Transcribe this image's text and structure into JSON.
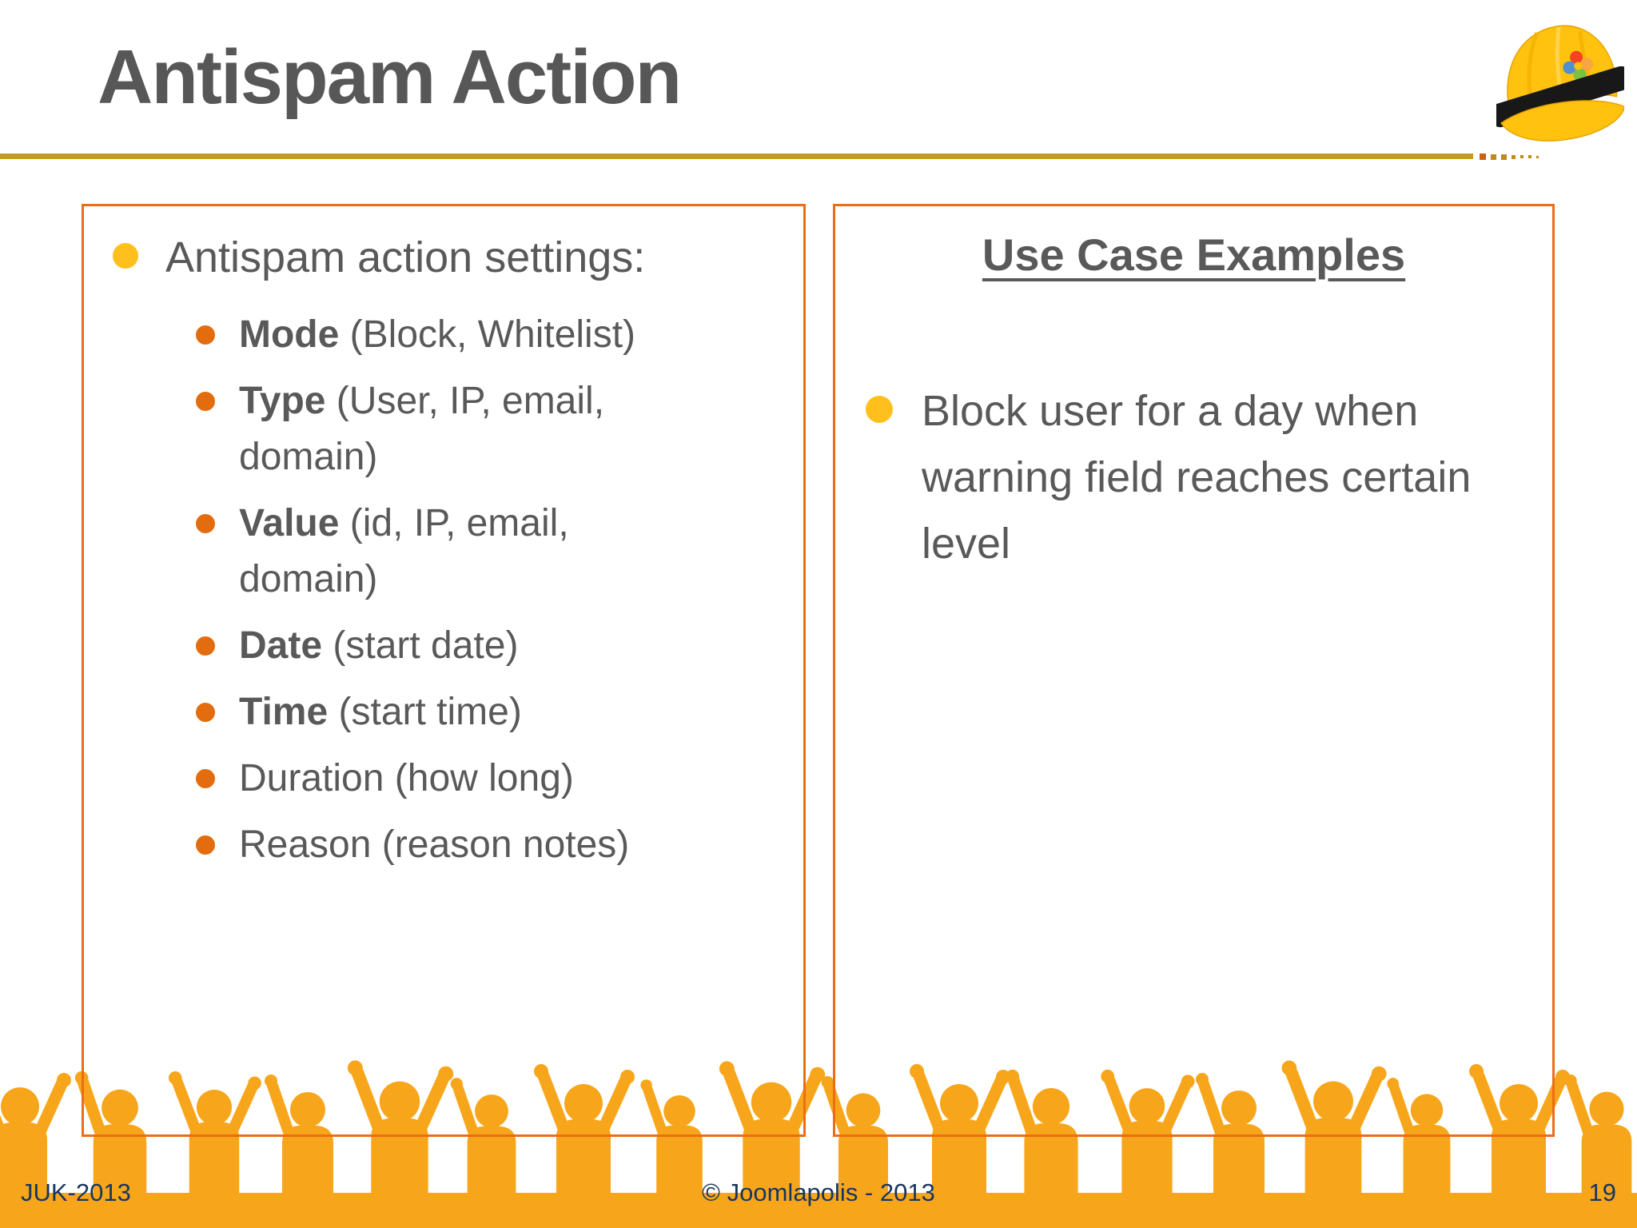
{
  "slide": {
    "title": "Antispam Action",
    "page_number": "19",
    "footer_left": "JUK-2013",
    "footer_center": "© Joomlapolis - 2013"
  },
  "left_panel": {
    "heading": "Antispam action settings:",
    "items": [
      {
        "term": "Mode",
        "rest": " (Block, Whitelist)"
      },
      {
        "term": "Type",
        "rest": " (User, IP, email, domain)"
      },
      {
        "term": "Value",
        "rest": " (id, IP, email, domain)"
      },
      {
        "term": "Date",
        "rest": " (start date)"
      },
      {
        "term": "Time",
        "rest": " (start time)"
      },
      {
        "term": "",
        "rest": "Duration (how long)"
      },
      {
        "term": "",
        "rest": "Reason (reason notes)"
      }
    ]
  },
  "right_panel": {
    "heading": "Use Case Examples",
    "bullets": [
      "Block user for a day when warning field reaches certain level"
    ]
  },
  "icons": {
    "logo": "hard-hat-icon",
    "bottom_art": "crowd-silhouette"
  },
  "colors": {
    "panel_border": "#ED6C16",
    "gold_rule": "#C49A1E",
    "bullet_level1": "#FFC01E",
    "bullet_level2": "#E36D0E",
    "crowd_orange": "#F7A61B",
    "text_gray": "#595959",
    "footer_navy": "#17365D"
  }
}
